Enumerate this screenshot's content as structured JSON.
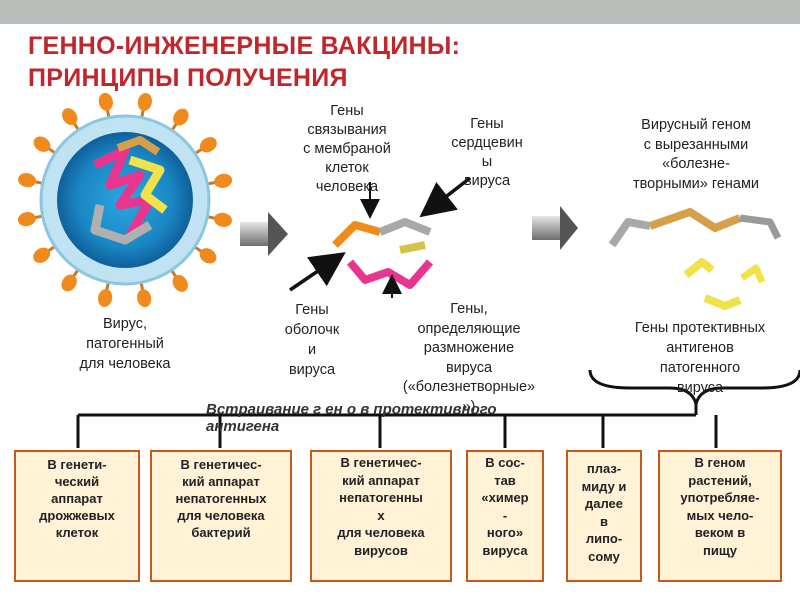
{
  "title": [
    "ГЕННО-ИНЖЕНЕРНЫЕ ВАКЦИНЫ:",
    "ПРИНЦИПЫ ПОЛУЧЕНИЯ"
  ],
  "labels": {
    "virus": [
      "Вирус,",
      "патогенный",
      "для человека"
    ],
    "binding_genes": [
      "Гены",
      "связывания",
      "с мембраной",
      "клеток",
      "человека"
    ],
    "core_genes": [
      "Гены",
      "сердцевин",
      "ы",
      "вируса"
    ],
    "envelope_genes": [
      "Гены",
      "оболочк",
      "и",
      "вируса"
    ],
    "replication_genes": [
      "Гены,",
      "определяющие",
      "размножение",
      "вируса",
      "(«болезнетворные»",
      "»)"
    ],
    "cut_genome": [
      "Вирусный геном",
      "с вырезанными",
      "«болезне-",
      "творными» генами"
    ],
    "protective_genes": [
      "Гены протективных",
      "антигенов",
      "патогенного",
      "вируса"
    ]
  },
  "insert_caption": [
    "Встраивание  г ен о в  протективного",
    "антигена"
  ],
  "boxes": [
    {
      "lines": [
        "В генети-",
        "ческий",
        "аппарат",
        "дрожжевых",
        "клеток"
      ]
    },
    {
      "lines": [
        "В генетичес-",
        "кий аппарат",
        "непатогенных",
        "для человека",
        "бактерий"
      ]
    },
    {
      "lines": [
        "В генетичес-",
        "кий аппарат",
        "непатогенны",
        "х",
        "для человека",
        "вирусов"
      ]
    },
    {
      "lines": [
        "В сос-",
        "тав",
        "«химер",
        "-",
        "ного»",
        "вируса"
      ]
    },
    {
      "lines": [
        "плаз-",
        "миду и",
        "далее",
        "в",
        "липо-",
        "сому"
      ]
    },
    {
      "lines": [
        "В геном",
        "растений,",
        "употребляе-",
        "мых чело-",
        "веком в",
        "пищу"
      ]
    }
  ],
  "colors": {
    "title": "#c0272d",
    "box_border": "#c05a1e",
    "box_fill": "#fff2d6",
    "virus_outer": "#a8d8ee",
    "virus_inner": "#1f8fc8",
    "spike": "#f08a1c"
  }
}
